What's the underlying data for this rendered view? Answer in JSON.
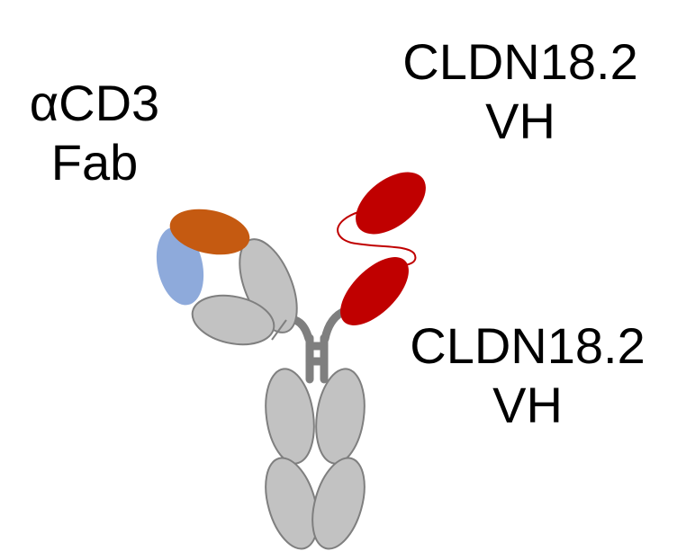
{
  "labels": {
    "acd3": {
      "line1": "αCD3",
      "line2": "Fab"
    },
    "cldn_top": {
      "line1": "CLDN18.2",
      "line2": "VH"
    },
    "cldn_bottom": {
      "line1": "CLDN18.2",
      "line2": "VH"
    }
  },
  "colors": {
    "constant_domain_fill": "#c2c2c2",
    "constant_domain_stroke": "#7f7f7f",
    "cd3_heavy_chain": "#c55a11",
    "cd3_light_chain": "#8eaadb",
    "cldn_vh": "#c00000",
    "linker": "#c00000"
  }
}
